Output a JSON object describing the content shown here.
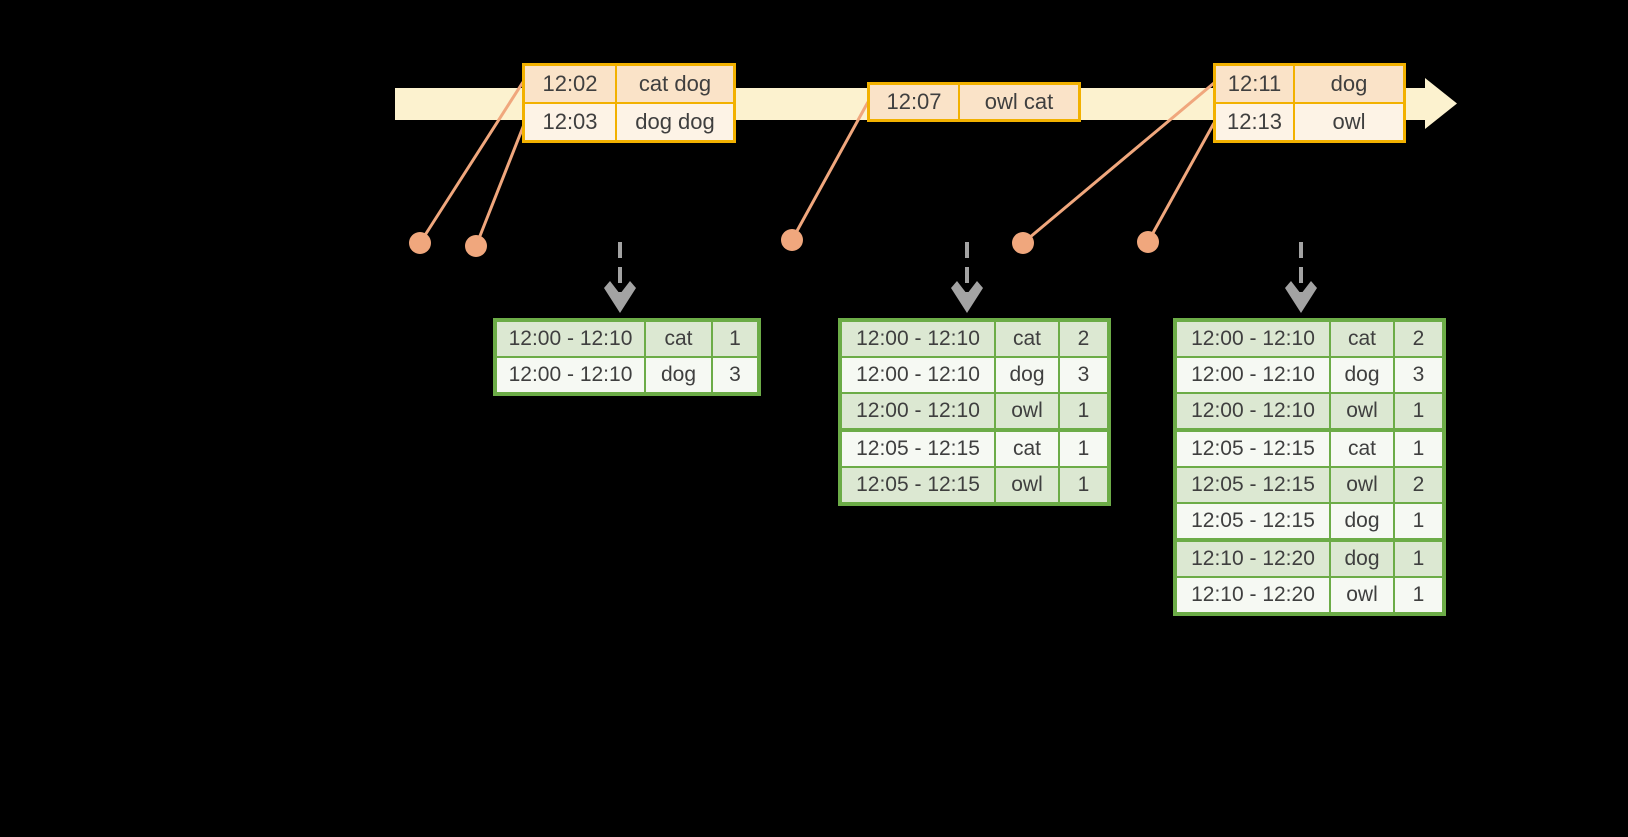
{
  "colors": {
    "background": "#000000",
    "timeline_fill": "#FCF2CF",
    "event_border": "#F2B100",
    "event_row_highlight": "#FAE3C8",
    "event_row_light": "#FDF3E6",
    "connector_salmon": "#F0A77D",
    "result_border": "#6CAC47",
    "result_row_highlight": "#DCE8D2",
    "result_row_light": "#F6F9F3",
    "dashed_arrow_gray": "#A3A3A3",
    "text": "#3F3F3F"
  },
  "icons": {
    "timeline_arrow": "right-arrow",
    "event_marker": "dot",
    "output_arrow": "dashed-down-arrow"
  },
  "event_tables": [
    {
      "name": "events-batch-1",
      "rows": [
        [
          "12:02",
          "cat dog"
        ],
        [
          "12:03",
          "dog dog"
        ]
      ]
    },
    {
      "name": "events-batch-2",
      "rows": [
        [
          "12:07",
          "owl cat"
        ]
      ]
    },
    {
      "name": "events-batch-3",
      "rows": [
        [
          "12:11",
          "dog"
        ],
        [
          "12:13",
          "owl"
        ]
      ]
    }
  ],
  "result_tables": [
    {
      "name": "windowed-counts-1",
      "rows": [
        [
          "12:00 - 12:10",
          "cat",
          "1"
        ],
        [
          "12:00 - 12:10",
          "dog",
          "3"
        ]
      ]
    },
    {
      "name": "windowed-counts-2",
      "rows": [
        [
          "12:00 - 12:10",
          "cat",
          "2"
        ],
        [
          "12:00 - 12:10",
          "dog",
          "3"
        ],
        [
          "12:00 - 12:10",
          "owl",
          "1"
        ],
        [
          "12:05 - 12:15",
          "cat",
          "1"
        ],
        [
          "12:05 - 12:15",
          "owl",
          "1"
        ]
      ]
    },
    {
      "name": "windowed-counts-3",
      "rows": [
        [
          "12:00 - 12:10",
          "cat",
          "2"
        ],
        [
          "12:00 - 12:10",
          "dog",
          "3"
        ],
        [
          "12:00 - 12:10",
          "owl",
          "1"
        ],
        [
          "12:05 - 12:15",
          "cat",
          "1"
        ],
        [
          "12:05 - 12:15",
          "owl",
          "2"
        ],
        [
          "12:05 - 12:15",
          "dog",
          "1"
        ],
        [
          "12:10 - 12:20",
          "dog",
          "1"
        ],
        [
          "12:10 - 12:20",
          "owl",
          "1"
        ]
      ]
    }
  ]
}
